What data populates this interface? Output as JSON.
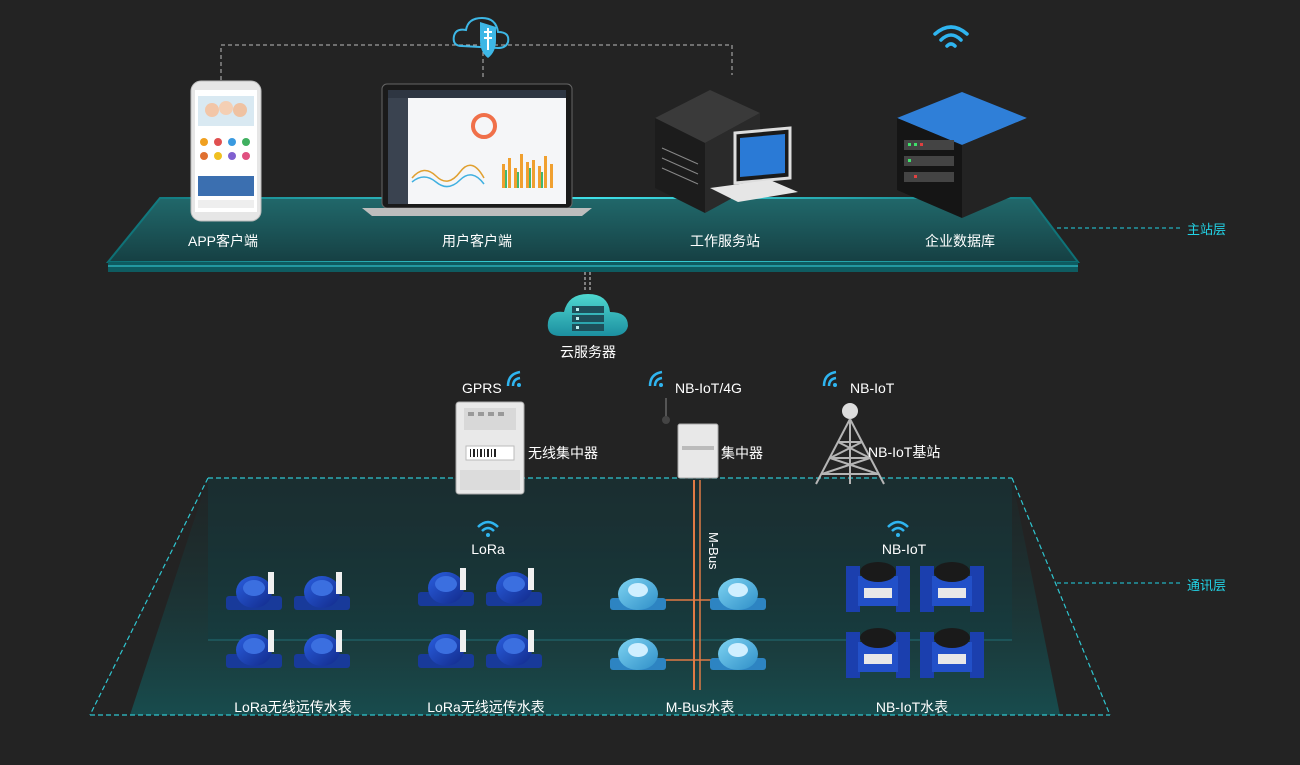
{
  "main_layer": {
    "label": "主站层",
    "devices": [
      {
        "id": "app",
        "label": "APP客户端"
      },
      {
        "id": "client",
        "label": "用户客户端"
      },
      {
        "id": "workstation",
        "label": "工作服务站"
      },
      {
        "id": "database",
        "label": "企业数据库"
      }
    ]
  },
  "cloud": {
    "label": "云服务器"
  },
  "comm_layer": {
    "label": "通讯层",
    "nodes": [
      {
        "id": "gprs",
        "signal": "GPRS",
        "label": "无线集中器"
      },
      {
        "id": "nbiot4g",
        "signal": "NB-IoT/4G",
        "label": "集中器"
      },
      {
        "id": "nbiot",
        "signal": "NB-IoT",
        "label": "NB-IoT基站"
      }
    ],
    "link_mbus": "M-Bus",
    "group_signals": {
      "lora": "LoRa",
      "nbiot": "NB-IoT"
    },
    "groups": [
      {
        "id": "lora1",
        "label": "LoRa无线远传水表"
      },
      {
        "id": "lora2",
        "label": "LoRa无线远传水表"
      },
      {
        "id": "mbus",
        "label": "M-Bus水表"
      },
      {
        "id": "nb",
        "label": "NB-IoT水表"
      }
    ]
  },
  "colors": {
    "accent": "#22d3e6",
    "background": "#232323",
    "meter_blue": "#1b3fae",
    "link_orange": "#e07a45"
  }
}
